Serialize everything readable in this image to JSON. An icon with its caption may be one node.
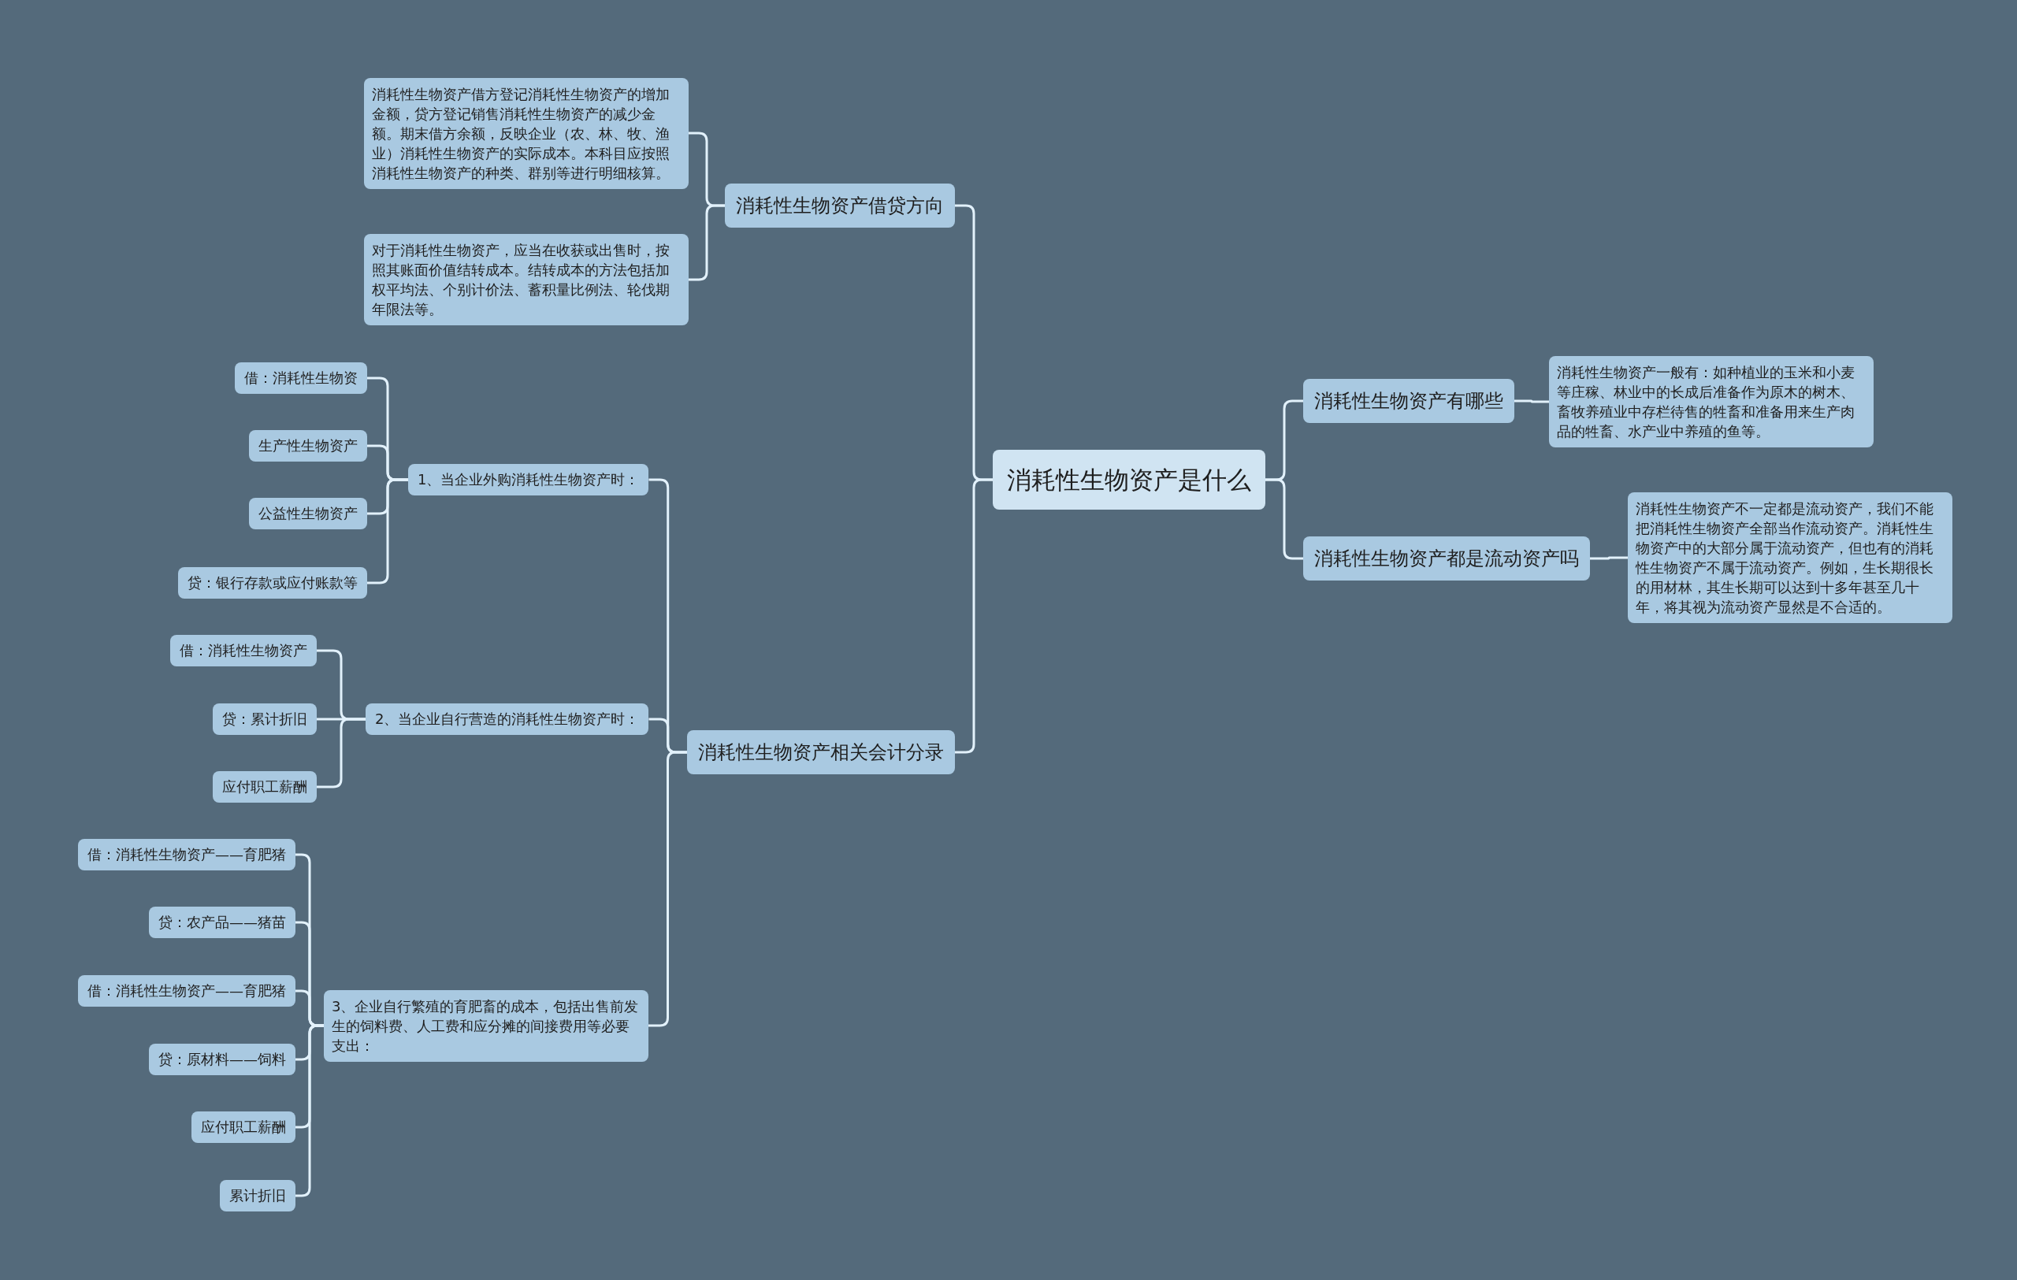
{
  "diagram": {
    "nodes": [
      {
        "text": [
          "消耗性生物资产是什么"
        ]
      },
      {
        "text": [
          "消耗性生物资产借贷方向"
        ]
      },
      {
        "text": [
          "消耗性生物资产借方登记消耗性生物资产的增加金额，贷方登记销售消耗性生物资产的减少金额。期末借方余额，反映企业（农、林、牧、渔业）消耗性生物资产的实际成本。本科目应按照消耗性生物资产的种类、群别等进行明细核算。"
        ]
      },
      {
        "text": [
          "对于消耗性生物资产，应当在收获或出售时，按照其账面价值结转成本。结转成本的方法包括加权平均法、个别计价法、蓄积量比例法、轮伐期年限法等。"
        ]
      },
      {
        "text": [
          "消耗性生物资产相关会计分录"
        ]
      },
      {
        "text": [
          "1、当企业外购消耗性生物资产时："
        ]
      },
      {
        "text": [
          "借：消耗性生物资"
        ]
      },
      {
        "text": [
          "生产性生物资产"
        ]
      },
      {
        "text": [
          "公益性生物资产"
        ]
      },
      {
        "text": [
          "贷：银行存款或应付账款等"
        ]
      },
      {
        "text": [
          "2、当企业自行营造的消耗性生物资产时："
        ]
      },
      {
        "text": [
          "借：消耗性生物资产"
        ]
      },
      {
        "text": [
          "贷：累计折旧"
        ]
      },
      {
        "text": [
          "应付职工薪酬"
        ]
      },
      {
        "text": [
          "3、企业自行繁殖的育肥畜的成本，包括出售前发生的饲料费、人工费和应分摊的间接费用等必要支出："
        ]
      },
      {
        "text": [
          "借：消耗性生物资产——育肥猪"
        ]
      },
      {
        "text": [
          "贷：农产品——猪苗"
        ]
      },
      {
        "text": [
          "借：消耗性生物资产——育肥猪"
        ]
      },
      {
        "text": [
          "贷：原材料——饲料"
        ]
      },
      {
        "text": [
          "应付职工薪酬"
        ]
      },
      {
        "text": [
          "累计折旧"
        ]
      },
      {
        "text": [
          "消耗性生物资产有哪些"
        ]
      },
      {
        "text": [
          "消耗性生物资产一般有：如种植业的玉米和小麦等庄稼、林业中的长成后准备作为原木的树木、畜牧养殖业中存栏待售的牲畜和准备用来生产肉品的牲畜、水产业中养殖的鱼等。"
        ]
      },
      {
        "text": [
          "消耗性生物资产都是流动资产吗"
        ]
      },
      {
        "text": [
          "消耗性生物资产不一定都是流动资产，我们不能把消耗性生物资产全部当作流动资产。消耗性生物资产中的大部分属于流动资产，但也有的消耗性生物资产不属于流动资产。例如，生长期很长的用材林，其生长期可以达到十多年甚至几十年，将其视为流动资产显然是不合适的。"
        ]
      }
    ],
    "edges": [
      {
        "from": 0,
        "to": 1,
        "arrow": "none"
      },
      {
        "from": 0,
        "to": 4,
        "arrow": "none"
      },
      {
        "from": 0,
        "to": 21,
        "arrow": "none"
      },
      {
        "from": 0,
        "to": 23,
        "arrow": "none"
      },
      {
        "from": 1,
        "to": 2,
        "arrow": "none"
      },
      {
        "from": 1,
        "to": 3,
        "arrow": "none"
      },
      {
        "from": 4,
        "to": 5,
        "arrow": "none"
      },
      {
        "from": 4,
        "to": 10,
        "arrow": "none"
      },
      {
        "from": 4,
        "to": 14,
        "arrow": "none"
      },
      {
        "from": 5,
        "to": 6,
        "arrow": "none"
      },
      {
        "from": 5,
        "to": 7,
        "arrow": "none"
      },
      {
        "from": 5,
        "to": 8,
        "arrow": "none"
      },
      {
        "from": 5,
        "to": 9,
        "arrow": "none"
      },
      {
        "from": 10,
        "to": 11,
        "arrow": "none"
      },
      {
        "from": 10,
        "to": 12,
        "arrow": "none"
      },
      {
        "from": 10,
        "to": 13,
        "arrow": "none"
      },
      {
        "from": 14,
        "to": 15,
        "arrow": "none"
      },
      {
        "from": 14,
        "to": 16,
        "arrow": "none"
      },
      {
        "from": 14,
        "to": 17,
        "arrow": "none"
      },
      {
        "from": 14,
        "to": 18,
        "arrow": "none"
      },
      {
        "from": 14,
        "to": 19,
        "arrow": "none"
      },
      {
        "from": 14,
        "to": 20,
        "arrow": "none"
      },
      {
        "from": 21,
        "to": 22,
        "arrow": "none"
      },
      {
        "from": 23,
        "to": 24,
        "arrow": "none"
      }
    ]
  }
}
